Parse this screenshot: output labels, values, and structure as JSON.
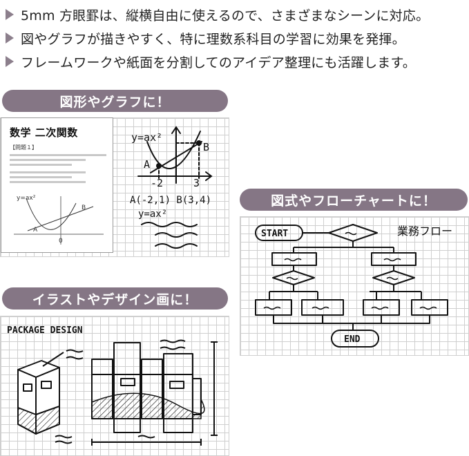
{
  "bullets": [
    "5mm 方眼罫は、縦横自由に使えるので、さまざまなシーンに対応。",
    "図やグラフが描きやすく、特に理数系科目の学習に効果を発揮。",
    "フレームワークや紙面を分割してのアイデア整理にも活躍します。"
  ],
  "sections": {
    "graph": {
      "label": "図形やグラフに！"
    },
    "flow": {
      "label": "図式やフローチャートに！"
    },
    "illust": {
      "label": "イラストやデザイン画に！"
    }
  },
  "worksheet": {
    "title": "数学 二次関数",
    "question": "【問題１】",
    "curve_label": "y=ax²",
    "point_a": "A",
    "point_b": "B",
    "origin": "0"
  },
  "graph_notes": {
    "equation": "y=ax²",
    "label_a": "A",
    "label_b": "B",
    "tick_neg2": "-2",
    "tick_3": "3",
    "coords": "A(-2,1) B(3,4)",
    "result": "y=ax²"
  },
  "flowchart": {
    "start": "START",
    "end": "END",
    "note": "業務フロー"
  },
  "design": {
    "title": "PACKAGE DESIGN"
  },
  "colors": {
    "pill": "#857685",
    "bullet": "#8c7f8c",
    "grid": "#cfcfcf"
  }
}
